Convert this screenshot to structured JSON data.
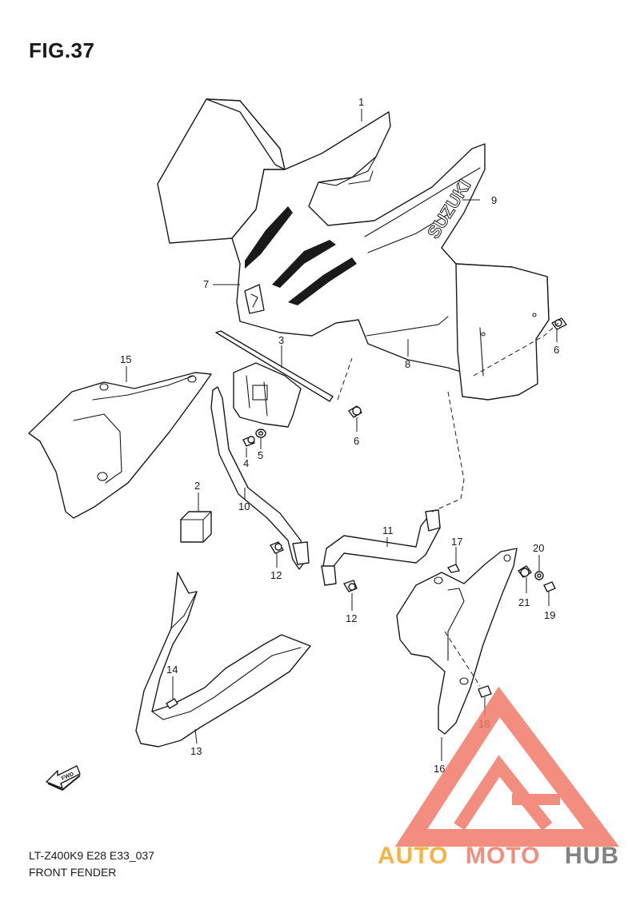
{
  "figure": {
    "title": "FIG.37",
    "model_code": "LT-Z400K9 E28 E33_037",
    "section_name": "FRONT FENDER"
  },
  "decal_text": {
    "brand": "SUZUKI",
    "fwd_arrow": "FWD"
  },
  "callouts": [
    "1",
    "2",
    "3",
    "4",
    "5",
    "6",
    "6",
    "7",
    "8",
    "9",
    "10",
    "11",
    "12",
    "12",
    "13",
    "14",
    "15",
    "16",
    "17",
    "18",
    "19",
    "20",
    "21"
  ],
  "watermark": {
    "brand_part_1": "AUTO",
    "brand_part_2": "MOTO",
    "brand_part_3": "HUB",
    "color_orange": "#f5a623",
    "color_red": "#f07a6a",
    "color_grey": "#6d6d6d"
  }
}
